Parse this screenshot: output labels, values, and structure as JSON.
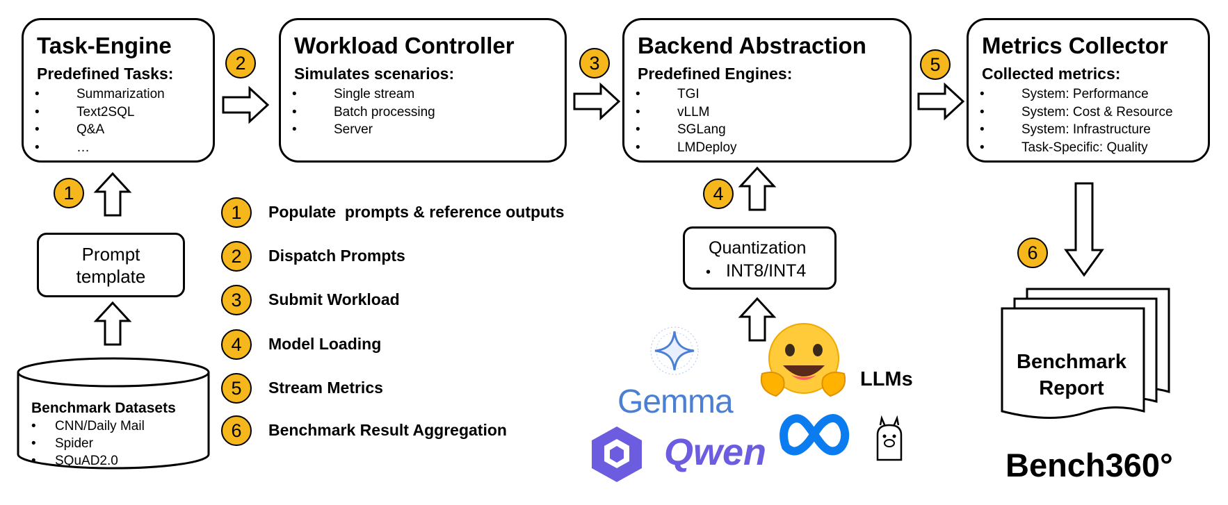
{
  "boxes": {
    "task_engine": {
      "title": "Task-Engine",
      "subtitle": "Predefined Tasks",
      "items": [
        "Summarization",
        "Text2SQL",
        "Q&A",
        "…"
      ]
    },
    "workload_controller": {
      "title": "Workload Controller",
      "subtitle": "Simulates scenarios",
      "items": [
        "Single stream",
        "Batch processing",
        "Server"
      ]
    },
    "backend_abstraction": {
      "title": "Backend Abstraction",
      "subtitle": "Predefined Engines",
      "items": [
        "TGI",
        "vLLM",
        "SGLang",
        "LMDeploy"
      ]
    },
    "metrics_collector": {
      "title": "Metrics Collector",
      "subtitle": "Collected metrics",
      "items": [
        "System: Performance",
        "System: Cost & Resource",
        "System: Infrastructure",
        "Task-Specific: Quality"
      ]
    }
  },
  "prompt_template": {
    "line1": "Prompt",
    "line2": "template"
  },
  "quantization": {
    "title": "Quantization",
    "item": "INT8/INT4"
  },
  "datasets": {
    "title": "Benchmark Datasets",
    "items": [
      "CNN/Daily Mail",
      "Spider",
      "SQuAD2.0"
    ]
  },
  "report": {
    "line1": "Benchmark",
    "line2": "Report"
  },
  "bench_title": "Bench360°",
  "llms_label": "LLMs",
  "logos": {
    "gemma": "Gemma",
    "qwen": "Qwen"
  },
  "steps": [
    {
      "num": "1",
      "label": "Populate  prompts & reference outputs"
    },
    {
      "num": "2",
      "label": "Dispatch Prompts"
    },
    {
      "num": "3",
      "label": "Submit Workload"
    },
    {
      "num": "4",
      "label": "Model Loading"
    },
    {
      "num": "5",
      "label": "Stream Metrics"
    },
    {
      "num": "6",
      "label": "Benchmark Result Aggregation"
    }
  ],
  "colors": {
    "badge": "#f5b71b",
    "gemma": "#4a7fd4",
    "qwen": "#6b5ce0",
    "meta": "#0a7cf0",
    "hf": "#ffcb3a"
  }
}
